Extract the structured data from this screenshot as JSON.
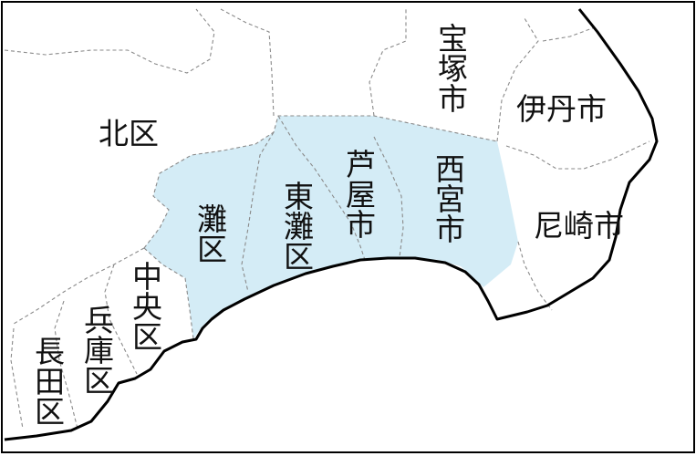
{
  "map": {
    "highlight_color": "#d4ecf6",
    "land_color": "#ffffff",
    "coastline_color": "#000000",
    "boundary_color": "#8a8a8a",
    "highlighted_areas": [
      "灘区",
      "東灘区",
      "芦屋市",
      "西宮市"
    ],
    "labels": {
      "kita": "北区",
      "nada": "灘区",
      "higashinada": "東灘区",
      "ashiya": "芦屋市",
      "nishinomiya": "西宮市",
      "takarazuka": "宝塚市",
      "itami": "伊丹市",
      "amagasaki": "尼崎市",
      "chuo": "中央区",
      "hyogo": "兵庫区",
      "nagata": "長田区"
    }
  }
}
